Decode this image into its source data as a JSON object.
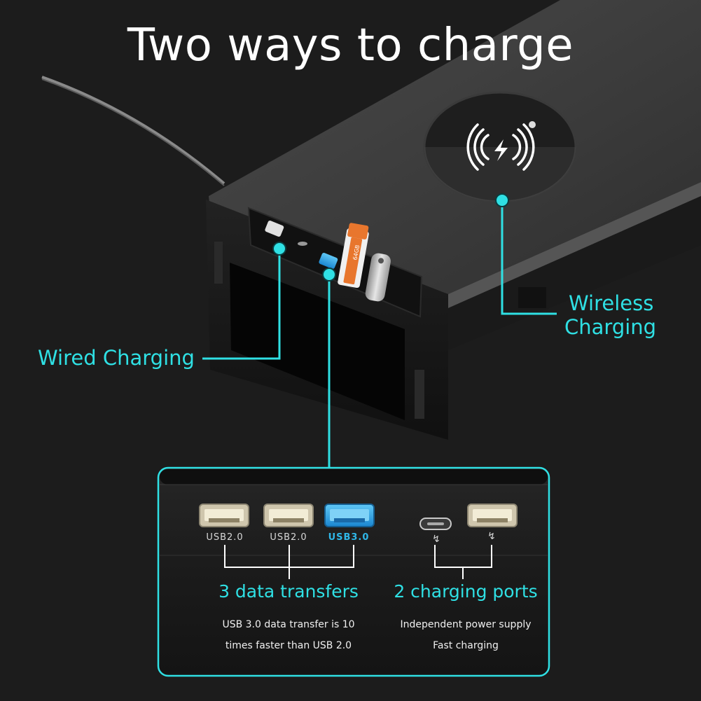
{
  "header": {
    "title": "Two ways to charge"
  },
  "callouts": {
    "wired": "Wired Charging",
    "wireless_line1": "Wireless",
    "wireless_line2": "Charging"
  },
  "usb_stick_label": "64GB",
  "ports": [
    {
      "label": "USB2.0",
      "type": "usb-a"
    },
    {
      "label": "USB2.0",
      "type": "usb-a"
    },
    {
      "label": "USB3.0",
      "type": "usb-a-3"
    },
    {
      "label": "",
      "type": "usb-c"
    },
    {
      "label": "",
      "type": "usb-a"
    }
  ],
  "groups": {
    "data": {
      "title": "3 data transfers",
      "line1": "USB 3.0 data transfer is 10",
      "line2": "times faster than USB 2.0"
    },
    "charging": {
      "title": "2 charging ports",
      "line1": "Independent power supply",
      "line2": "Fast charging"
    }
  },
  "colors": {
    "accent": "#2fe0e4",
    "usb3_blue": "#2fb7e8",
    "orange": "#e8762d",
    "background": "#1c1c1c"
  },
  "icons": [
    "wireless-charging-icon",
    "lightning-bolt-icon",
    "usb-a-port-icon",
    "usb-c-port-icon"
  ]
}
